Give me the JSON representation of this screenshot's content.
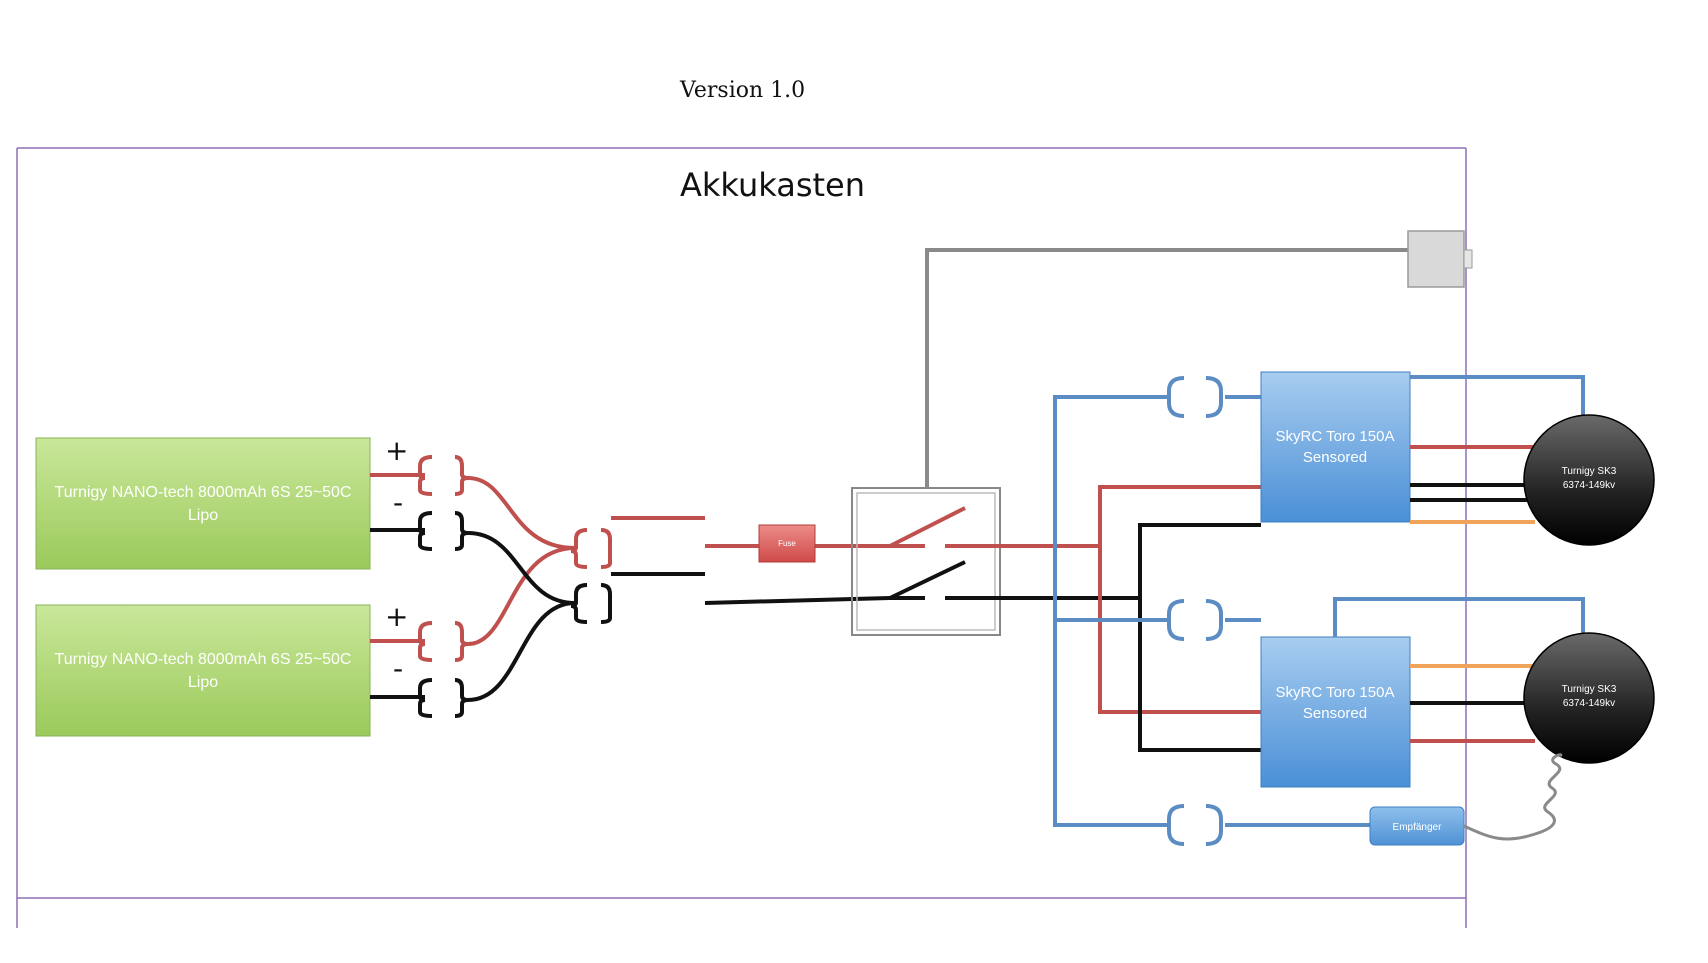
{
  "header": {
    "version": "Version 1.0"
  },
  "frame": {
    "title": "Akkukasten"
  },
  "batteries": [
    {
      "line1": "Turnigy NANO-tech 8000mAh 6S 25~50C",
      "line2": "Lipo",
      "plus": "+",
      "minus": "-"
    },
    {
      "line1": "Turnigy NANO-tech 8000mAh 6S 25~50C",
      "line2": "Lipo",
      "plus": "+",
      "minus": "-"
    }
  ],
  "fuse": {
    "label": "Fuse"
  },
  "escs": [
    {
      "line1": "SkyRC Toro 150A",
      "line2": "Sensored"
    },
    {
      "line1": "SkyRC Toro 150A",
      "line2": "Sensored"
    }
  ],
  "motors": [
    {
      "line1": "Turnigy  SK3",
      "line2": "6374-149kv"
    },
    {
      "line1": "Turnigy  SK3",
      "line2": "6374-149kv"
    }
  ],
  "receiver": {
    "label": "Empfänger"
  },
  "colors": {
    "battery": "#a9d46a",
    "esc": "#5a9ad8",
    "positive": "#c0504d",
    "negative": "#111111",
    "signal": "#5b8cc3",
    "sensor": "#f0a35a",
    "frame": "#8f6fb5"
  }
}
